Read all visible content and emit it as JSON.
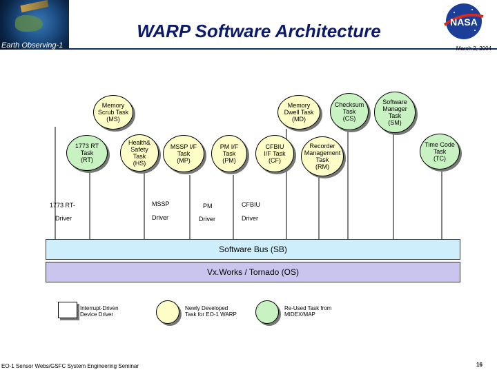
{
  "header": {
    "title": "WARP Software Architecture",
    "subtitle": "Earth Observing-1",
    "date": "March 2, 2004",
    "logo": "NASA"
  },
  "tasks": {
    "ms": "Memory\nScrub Task\n(MS)",
    "md": "Memory\nDwell Task\n(MD)",
    "cs": "Checksum\nTask\n(CS)",
    "sm": "Software\nManager\nTask\n(SM)",
    "rt": "1773 RT\nTask\n(RT)",
    "hs": "Health&\nSafety\nTask\n(HS)",
    "mp": "MSSP I/F\nTask\n(MP)",
    "pm": "PM I/F\nTask\n(PM)",
    "cf": "CFBIU\nI/F Task\n(CF)",
    "rm": "Recorder\nManagement\nTask\n(RM)",
    "tc": "Time Code\nTask\n(TC)"
  },
  "drivers": {
    "rt_top": "1773 RT-",
    "rt_bottom": "Driver",
    "mssp_top": "MSSP",
    "mssp_bottom": "Driver",
    "pm_top": "PM",
    "pm_bottom": "Driver",
    "cfbiu_top": "CFBIU",
    "cfbiu_bottom": "Driver"
  },
  "bus": {
    "software_bus": "Software Bus (SB)",
    "os": "Vx.Works / Tornado (OS)"
  },
  "legend": {
    "driver": "Interrupt-Driven\nDevice Driver",
    "new_task": "Newly Developed\nTask for EO-1 WARP",
    "reused_task": "Re-Used Task from\nMIDEX/MAP"
  },
  "colors": {
    "new_task": "#fdfdc8",
    "reused_task": "#c9f2c2",
    "software_bus": "#cdeefa",
    "os": "#c9c5ee"
  },
  "footer": {
    "text": "EO-1 Sensor Webs/GSFC System Engineering Seminar",
    "page": "16"
  }
}
